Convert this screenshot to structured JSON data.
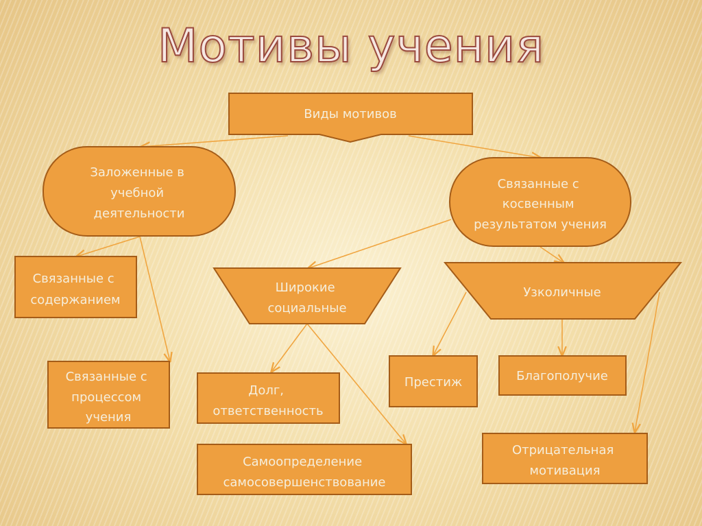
{
  "title": "Мотивы учения",
  "colors": {
    "fill": "#ee9f3f",
    "stroke": "#a45c18",
    "text": "#f5eedc",
    "arrow": "#f0a540"
  },
  "nodes": {
    "types": [
      "Виды мотивов"
    ],
    "learning_activity": [
      "Заложенные в",
      "учебной",
      "деятельности"
    ],
    "indirect_result": [
      "Связанные с",
      "косвенным",
      "результатом учения"
    ],
    "content": [
      "Связанные с",
      "содержанием"
    ],
    "process": [
      "Связанные с",
      "процессом",
      "учения"
    ],
    "broad_social": [
      "Широкие",
      "социальные"
    ],
    "narrow_personal": [
      "Узколичные"
    ],
    "duty": [
      "Долг,",
      "ответственность"
    ],
    "self_determination": [
      "Самоопределение",
      "самосовершенствование"
    ],
    "prestige": [
      "Престиж"
    ],
    "wellbeing": [
      "Благополучие"
    ],
    "negative": [
      "Отрицательная",
      "мотивация"
    ]
  }
}
